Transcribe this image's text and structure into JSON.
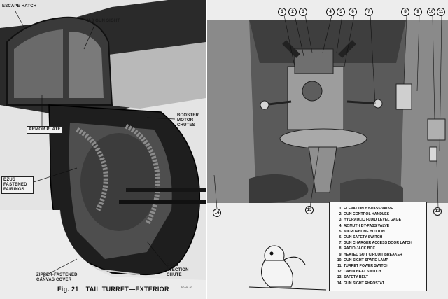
{
  "left_page": {
    "callouts": {
      "escape_hatch": "ESCAPE HATCH",
      "gun_sight": "N-8 GUN SIGHT",
      "armor_plate": "ARMOR PLATE",
      "booster_motor_chutes": "BOOSTER MOTOR CHUTES",
      "dzus_fairings": "DZUS FASTENED FAIRINGS",
      "zipper_cover": "ZIPPER-FASTENED CANVAS COVER",
      "case_ejection_chute": "CASE EJECTION CHUTE"
    },
    "caption_fig": "Fig. 21",
    "caption_title": "TAIL TURRET—EXTERIOR",
    "page_code": "TO-49-93"
  },
  "right_page": {
    "top_numbers": [
      "1",
      "2",
      "3",
      "4",
      "5",
      "6",
      "7",
      "8",
      "9",
      "10",
      "11"
    ],
    "side_numbers": {
      "left": "14",
      "center": "13",
      "right": "12"
    },
    "legend": [
      {
        "n": "1.",
        "text": "ELEVATION BY-PASS VALVE"
      },
      {
        "n": "2.",
        "text": "GUN CONTROL HANDLES"
      },
      {
        "n": "3.",
        "text": "HYDRAULIC FLUID LEVEL GAGE"
      },
      {
        "n": "4.",
        "text": "AZIMUTH BY-PASS VALVE"
      },
      {
        "n": "5.",
        "text": "MICROPHONE BUTTON"
      },
      {
        "n": "6.",
        "text": "GUN SAFETY SWITCH"
      },
      {
        "n": "7.",
        "text": "GUN CHARGER ACCESS DOOR LATCH"
      },
      {
        "n": "8.",
        "text": "RADIO JACK BOX"
      },
      {
        "n": "9.",
        "text": "HEATED SUIT CIRCUIT BREAKER"
      },
      {
        "n": "10.",
        "text": "GUN SIGHT SPARE LAMP"
      },
      {
        "n": "11.",
        "text": "TURRET POWER SWITCH"
      },
      {
        "n": "12.",
        "text": "CABIN HEAT SWITCH"
      },
      {
        "n": "13.",
        "text": "SAFETY BELT"
      },
      {
        "n": "14.",
        "text": "GUN SIGHT RHEOSTAT"
      }
    ]
  }
}
